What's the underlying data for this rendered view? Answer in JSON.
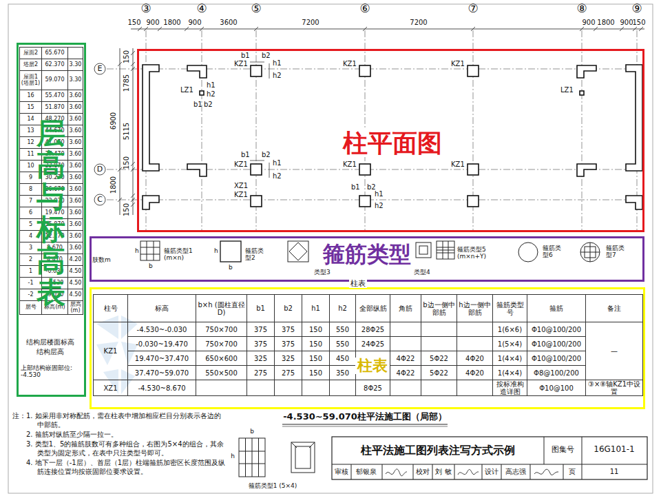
{
  "diagram": {
    "nodes": [
      {
        "text": [
          "层高与标高表"
        ]
      },
      {
        "text": [
          "柱平面图"
        ]
      },
      {
        "text": [
          "箍筋类型"
        ]
      },
      {
        "text": [
          "柱表"
        ]
      }
    ],
    "labels": [
      "③",
      "④",
      "⑤",
      "⑥",
      "⑦",
      "⑧",
      "⑨",
      "150",
      "900",
      "1800",
      "900",
      "3600",
      "7200",
      "7200",
      "900",
      "1800",
      "900",
      "150",
      "E",
      "D",
      "C",
      "150",
      "1785",
      "6900",
      "5115",
      "150",
      "1800",
      "150",
      "b1",
      "b2",
      "h1",
      "h2",
      "KZ1",
      "KZ1",
      "KZ1",
      "LZ1",
      "h1",
      "h2",
      "b1",
      "b2",
      "LZ1",
      "b1",
      "b2",
      "h1",
      "h2",
      "KZ1",
      "KZ1",
      "KZ1",
      "XZ1",
      "KZ1",
      "b1",
      "b2",
      "h1",
      "h2",
      "肢数m",
      "h",
      "箍筋类型1 (m×n)",
      "b",
      "h",
      "箍筋类型2",
      "b",
      "类型3",
      "类型4",
      "箍筋类型5 (m×n+Y)",
      "箍筋类型6",
      "箍筋类型7",
      "柱表",
      "柱号",
      "标高",
      "b×h (圆柱直径D)",
      "b1",
      "b2",
      "h1",
      "h2",
      "全部纵筋",
      "角筋",
      "b边一侧中部筋",
      "h边一侧中部筋",
      "箍筋类型号",
      "箍筋",
      "备注",
      "KZ1",
      "-4.530~-0.030",
      "750×700",
      "375",
      "375",
      "150",
      "550",
      "28Φ25",
      "1(6×6)",
      "Φ10@100/200",
      "—",
      "-0.030~19.470",
      "750×700",
      "375",
      "375",
      "150",
      "550",
      "24Φ25",
      "1(5×4)",
      "Φ10@100/200",
      "19.470~37.470",
      "650×600",
      "325",
      "325",
      "150",
      "450",
      "4Φ22",
      "5Φ22",
      "4Φ20",
      "1(4×4)",
      "Φ10@100/200",
      "37.470~59.070",
      "550×500",
      "275",
      "275",
      "150",
      "350",
      "4Φ22",
      "5Φ22",
      "4Φ20",
      "1(4×4)",
      "Φ8@100/200",
      "XZ1",
      "-4.530~8.670",
      "8Φ25",
      "按标准构造详图",
      "Φ10@100",
      "③×⑧轴KZ1中设置",
      "屋面2",
      "65.670",
      "塔层2",
      "62.370",
      "3.30",
      "屋面1 (塔层1)",
      "59.070",
      "3.30",
      "16",
      "55.470",
      "3.60",
      "15",
      "51.870",
      "3.60",
      "14",
      "48.270",
      "3.60",
      "13",
      "44.670",
      "3.60",
      "12",
      "41.070",
      "3.60",
      "11",
      "37.470",
      "3.60",
      "10",
      "33.870",
      "3.60",
      "9",
      "30.270",
      "3.60",
      "8",
      "26.670",
      "3.60",
      "7",
      "23.070",
      "3.60",
      "6",
      "19.470",
      "3.60",
      "5",
      "15.870",
      "3.60",
      "4",
      "12.270",
      "3.60",
      "3",
      "8.670",
      "3.60",
      "2",
      "4.470",
      "4.20",
      "1",
      "-0.030",
      "4.50",
      "-1",
      "-4.530",
      "4.50",
      "-2",
      "-9.030",
      "4.50",
      "层号",
      "标高(m)",
      "层高(m)",
      "结构层楼面标高",
      "结构层高",
      "上部结构嵌固部位: -4.530",
      "-4.530~59.070柱平法施工图（局部）",
      "注：1. 如采用非对称配筋，需在柱表中增加相应栏目分别表示各边的中部筋。",
      "2. 箍筋对纵筋至少隔一拉一。",
      "3. 类型1、5的箍筋肢数可有多种组合，右图为5×4的组合，其余类型为固定形式，在表中只注类型号即可。",
      "4. 地下一层（-1层）、首层（1层）柱端箍筋加密区长度范围及纵筋连接位置均按嵌固部位要求设置。",
      "b",
      "h",
      "箍筋类型1 (5×4)",
      "柱平法施工图列表注写方式示例",
      "图集号",
      "16G101-1",
      "审核",
      "郁银泉",
      "校对",
      "刘 敏",
      "设计",
      "高志强",
      "页",
      "11"
    ]
  }
}
